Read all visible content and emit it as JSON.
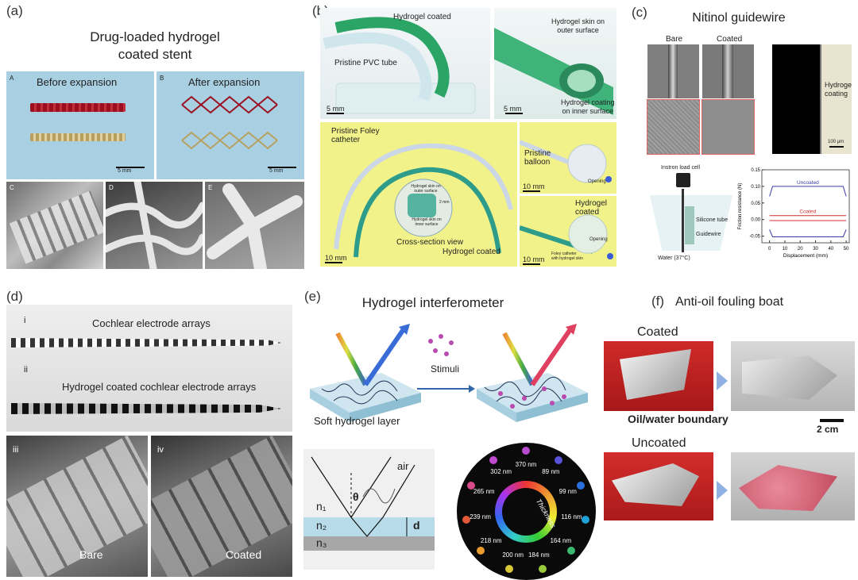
{
  "panel_a": {
    "label": "(a)",
    "title_line1": "Drug-loaded hydrogel",
    "title_line2": "coated stent",
    "sub_A": "A",
    "before": "Before expansion",
    "sub_B": "B",
    "after": "After expansion",
    "scale_A": "5 mm",
    "scale_B": "5 mm",
    "sub_C": "C",
    "sub_D": "D",
    "sub_E": "E"
  },
  "panel_b": {
    "label": "(b)",
    "hydrogel_coated": "Hydrogel coated",
    "pristine_pvc": "Pristine PVC tube",
    "scale1": "5 mm",
    "skin_outer_line1": "Hydrogel skin on",
    "skin_outer_line2": "outer surface",
    "coating_inner_line1": "Hydrogel coating",
    "coating_inner_line2": "on inner surface",
    "scale2": "5 mm",
    "pristine_foley_line1": "Pristine Foley",
    "pristine_foley_line2": "catheter",
    "inset_skin_outer": "Hydrogel skin on outer surface",
    "inset_skin_inner": "Hydrogel skin on inner surface",
    "inset_scale": "2 mm",
    "cross_section": "Cross-section view",
    "hydrogel_coated_bottom": "Hydrogel coated",
    "scale3": "10 mm",
    "pristine_balloon_line1": "Pristine",
    "pristine_balloon_line2": "balloon",
    "opening1": "Opening",
    "scale4": "10 mm",
    "hydrogel_coated_right_line1": "Hydrogel",
    "hydrogel_coated_right_line2": "coated",
    "opening2": "Opening",
    "foley_skin_line1": "Foley catheter",
    "foley_skin_line2": "with hydrogel skin",
    "scale5": "10 mm"
  },
  "panel_c": {
    "label": "(c)",
    "title": "Nitinol guidewire",
    "bare": "Bare",
    "coated": "Coated",
    "hydrogel_coating_line1": "Hydrogel",
    "hydrogel_coating_line2": "coating",
    "scale_um": "100 μm",
    "instron": "Instron load cell",
    "silicone_tube": "Silicone tube",
    "guidewire": "Guidewire",
    "water": "Water (37°C)"
  },
  "chart_data": {
    "type": "line",
    "xlabel": "Displacement (mm)",
    "ylabel": "Friction resistance (N)",
    "xlim": [
      -5,
      52
    ],
    "ylim": [
      -0.07,
      0.15
    ],
    "xticks": [
      0,
      10,
      20,
      30,
      40,
      50
    ],
    "yticks": [
      -0.05,
      0.0,
      0.05,
      0.1,
      0.15
    ],
    "xtick_labels": [
      "0",
      "10",
      "20",
      "30",
      "40",
      "50"
    ],
    "ytick_labels": [
      "-0.05",
      "0.00",
      "0.05",
      "0.10",
      "0.15"
    ],
    "series": [
      {
        "name": "Uncoated",
        "color": "#3a3aa8",
        "x": [
          0,
          2,
          5,
          10,
          15,
          20,
          25,
          30,
          35,
          40,
          45,
          48,
          50
        ],
        "y": [
          0.07,
          0.1,
          0.1,
          0.1,
          0.1,
          0.1,
          0.1,
          0.1,
          0.1,
          0.1,
          0.1,
          0.1,
          0.07
        ]
      },
      {
        "name": "",
        "color": "#3a3aa8",
        "x": [
          0,
          2,
          5,
          10,
          15,
          20,
          25,
          30,
          35,
          40,
          45,
          48,
          50
        ],
        "y": [
          -0.03,
          -0.052,
          -0.052,
          -0.052,
          -0.052,
          -0.052,
          -0.052,
          -0.052,
          -0.052,
          -0.052,
          -0.052,
          -0.052,
          -0.03
        ]
      },
      {
        "name": "Coated",
        "color": "#d03030",
        "x": [
          0,
          5,
          10,
          15,
          20,
          25,
          30,
          35,
          40,
          45,
          50
        ],
        "y": [
          0.012,
          0.012,
          0.012,
          0.012,
          0.012,
          0.012,
          0.012,
          0.012,
          0.012,
          0.012,
          0.012
        ]
      },
      {
        "name": "",
        "color": "#d03030",
        "x": [
          0,
          5,
          10,
          15,
          20,
          25,
          30,
          35,
          40,
          45,
          50
        ],
        "y": [
          -0.003,
          -0.003,
          -0.003,
          -0.003,
          -0.003,
          -0.003,
          -0.003,
          -0.003,
          -0.003,
          -0.003,
          -0.003
        ]
      }
    ]
  },
  "panel_d": {
    "label": "(d)",
    "i": "i",
    "cochlear": "Cochlear electrode arrays",
    "ii": "ii",
    "hydrogel_cochlear": "Hydrogel coated cochlear electrode arrays",
    "iii": "iii",
    "iv": "iv",
    "bare": "Bare",
    "coated": "Coated"
  },
  "panel_e": {
    "label": "(e)",
    "title": "Hydrogel interferometer",
    "stimuli": "Stimuli",
    "soft_layer": "Soft hydrogel layer",
    "air": "air",
    "theta": "θ",
    "n1": "n₁",
    "n2": "n₂",
    "n3": "n₃",
    "d": "d",
    "thickness": "Thickness",
    "wavelengths": [
      "370 nm",
      "89 nm",
      "99 nm",
      "116 nm",
      "164 nm",
      "184 nm",
      "200 nm",
      "218 nm",
      "239 nm",
      "265 nm",
      "302 nm"
    ],
    "dot_colors": [
      "#b74bd0",
      "#5a52d8",
      "#2a6fe0",
      "#1fa2d8",
      "#3ab870",
      "#9acb3a",
      "#d8c83a",
      "#e89a2a",
      "#e05a3a",
      "#d84a8a",
      "#c04ad0"
    ]
  },
  "panel_f": {
    "label": "(f)",
    "title": "Anti-oil fouling boat",
    "coated": "Coated",
    "boundary": "Oil/water boundary",
    "scale": "2 cm",
    "uncoated": "Uncoated"
  }
}
